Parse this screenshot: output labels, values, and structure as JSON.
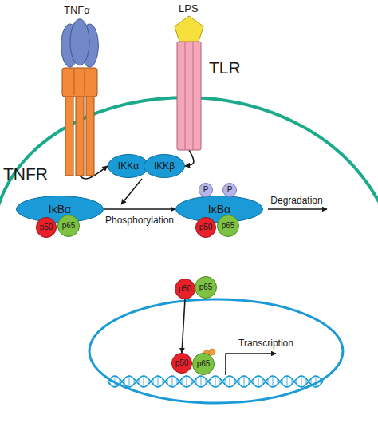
{
  "diagram": {
    "nodes": [
      {
        "text": [
          "TNFα"
        ]
      },
      {
        "text": [
          "TNFR"
        ]
      },
      {
        "text": [
          "LPS"
        ]
      },
      {
        "text": [
          "TLR"
        ]
      },
      {
        "text": [
          "IKKα"
        ]
      },
      {
        "text": [
          "IKKβ"
        ]
      },
      {
        "text": [
          "IκBα"
        ]
      },
      {
        "text": [
          "p50"
        ]
      },
      {
        "text": [
          "p65"
        ]
      },
      {
        "text": [
          "IκBα"
        ]
      },
      {
        "text": [
          "P"
        ]
      },
      {
        "text": [
          "P"
        ]
      },
      {
        "text": [
          "p50"
        ]
      },
      {
        "text": [
          "p65"
        ]
      },
      {
        "text": [
          "p50"
        ]
      },
      {
        "text": [
          "p65"
        ]
      },
      {
        "text": [
          "p50"
        ]
      },
      {
        "text": [
          "p65"
        ]
      }
    ],
    "edges": [
      {
        "from": 1,
        "to": 4,
        "arrow": "to"
      },
      {
        "from": 3,
        "to": 5,
        "arrow": "to"
      },
      {
        "from": 6,
        "to": 9,
        "label": "Phosphorylation",
        "arrow": "to"
      },
      {
        "from": 14,
        "to": 16,
        "arrow": "to"
      }
    ],
    "labels": [
      "Degradation",
      "Transcription"
    ]
  }
}
